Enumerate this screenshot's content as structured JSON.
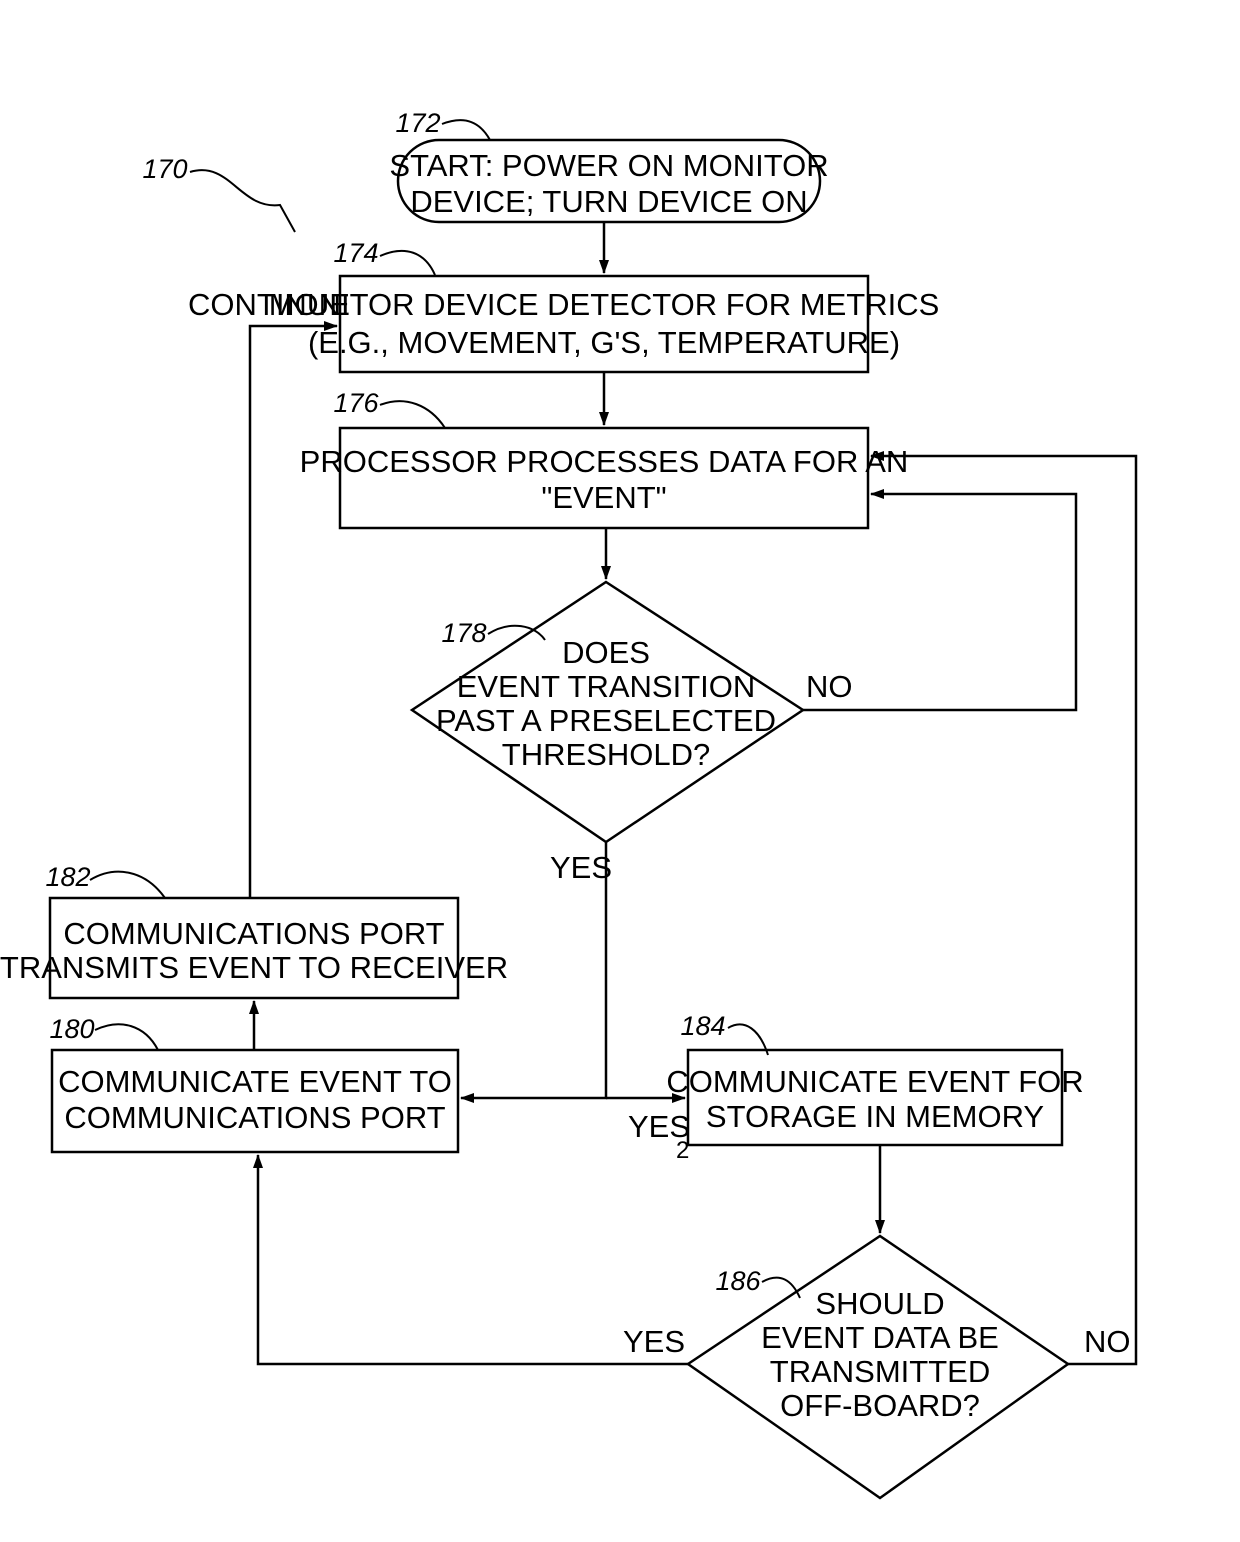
{
  "figure_ref": "170",
  "nodes": {
    "start": {
      "ref": "172",
      "lines": [
        "START: POWER ON MONITOR",
        "DEVICE; TURN DEVICE ON"
      ]
    },
    "monitor": {
      "ref": "174",
      "lines": [
        "MONITOR DEVICE DETECTOR FOR METRICS",
        "(E.G., MOVEMENT, G'S, TEMPERATURE)"
      ]
    },
    "process": {
      "ref": "176",
      "lines": [
        "PROCESSOR PROCESSES DATA FOR AN",
        "\"EVENT\""
      ]
    },
    "decision_threshold": {
      "ref": "178",
      "lines": [
        "DOES",
        "EVENT TRANSITION",
        "PAST A PRESELECTED",
        "THRESHOLD?"
      ]
    },
    "transmit": {
      "ref": "182",
      "lines": [
        "COMMUNICATIONS PORT",
        "TRANSMITS EVENT TO RECEIVER"
      ]
    },
    "comm_port": {
      "ref": "180",
      "lines": [
        "COMMUNICATE EVENT TO",
        "COMMUNICATIONS PORT"
      ]
    },
    "storage": {
      "ref": "184",
      "lines": [
        "COMMUNICATE EVENT FOR",
        "STORAGE IN MEMORY"
      ]
    },
    "decision_offboard": {
      "ref": "186",
      "lines": [
        "SHOULD",
        "EVENT DATA BE",
        "TRANSMITTED",
        "OFF-BOARD?"
      ]
    }
  },
  "edge_labels": {
    "continue": "CONTINUE",
    "no_threshold": "NO",
    "yes_threshold": "YES",
    "yes2": "YES",
    "yes2_subscript": "2",
    "yes_offboard": "YES",
    "no_offboard": "NO"
  }
}
